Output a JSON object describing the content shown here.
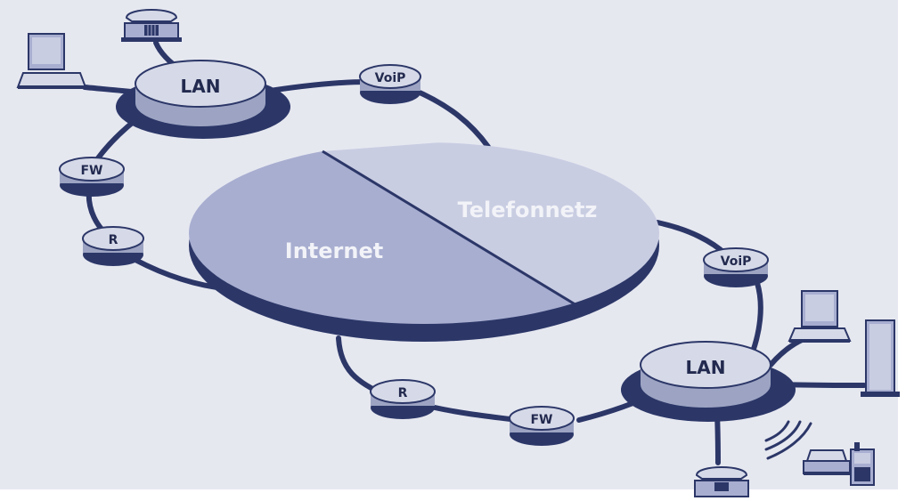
{
  "diagram": {
    "colors": {
      "background": "#e6e8f0",
      "line": "#2c3768",
      "node_top": "#d6dae8",
      "node_side": "#9da4c3",
      "node_shadow": "#2c3768",
      "internet_fill": "#a8aed0",
      "telefon_fill": "#c9cde2",
      "label_light": "#f2f3f8",
      "label_dark": "#232a4f"
    },
    "main_disc": {
      "left_label": "Internet",
      "right_label": "Telefonnetz"
    },
    "nodes": {
      "lan_top": "LAN",
      "voip_top": "VoiP",
      "fw_left": "FW",
      "r_left": "R",
      "voip_right": "VoiP",
      "lan_bottom": "LAN",
      "r_bottom": "R",
      "fw_bottom": "FW"
    },
    "devices": [
      "computer-icon",
      "telephone-icon",
      "server-tower-icon",
      "wireless-signal-icon",
      "mobile-phone-icon"
    ]
  }
}
